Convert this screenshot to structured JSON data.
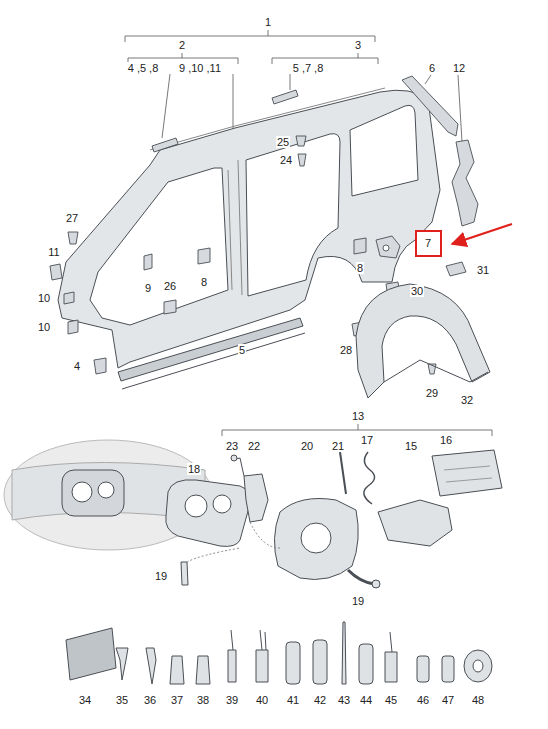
{
  "diagram": {
    "nodes": [
      {
        "text": [
          "7"
        ]
      }
    ],
    "labels": [
      "1",
      "2",
      "3",
      "4 ,5 ,8",
      "9 ,10 ,11",
      "5 ,7 ,8",
      "6",
      "12",
      "25",
      "24",
      "27",
      "11",
      "10",
      "10",
      "9",
      "26",
      "8",
      "8",
      "31",
      "30",
      "28",
      "29",
      "32",
      "4",
      "5",
      "13",
      "23",
      "22",
      "20",
      "21",
      "17",
      "15",
      "16",
      "18",
      "19",
      "19",
      "34",
      "35",
      "36",
      "37",
      "38",
      "39",
      "40",
      "41",
      "42",
      "43",
      "44",
      "45",
      "46",
      "47",
      "48"
    ]
  }
}
